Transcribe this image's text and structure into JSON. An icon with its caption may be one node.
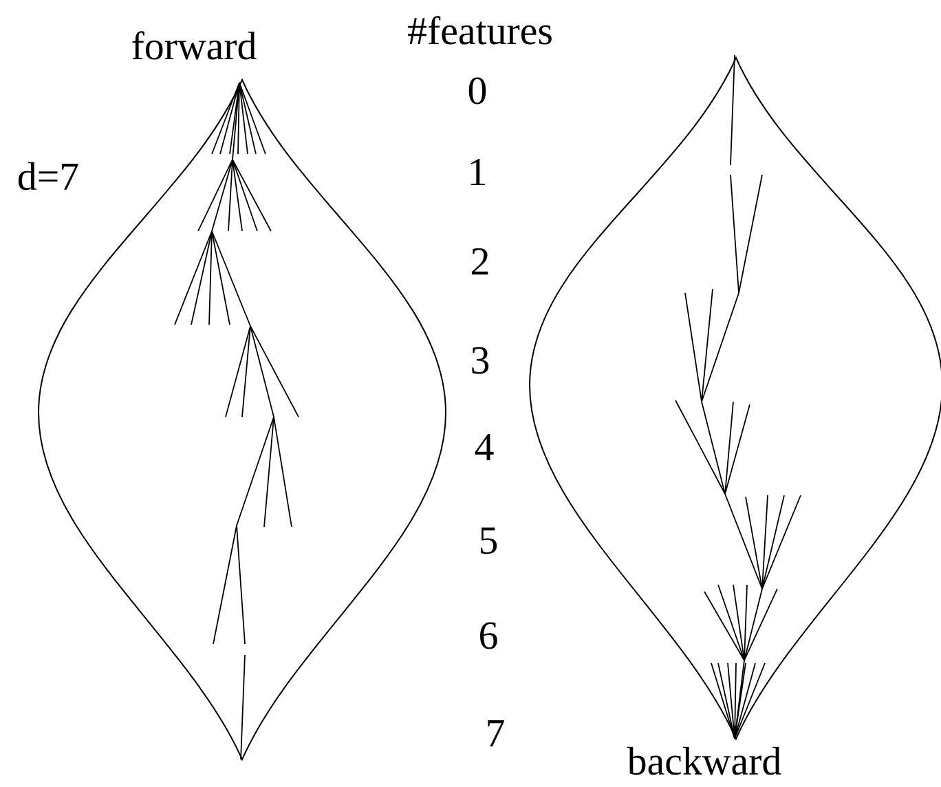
{
  "diagram": {
    "nodes": [
      {
        "text": [
          "forward"
        ]
      },
      {
        "text": [
          "backward"
        ]
      }
    ],
    "edges": [],
    "labels": [
      "#features",
      "d=7",
      "0",
      "1",
      "2",
      "3",
      "4",
      "5",
      "6",
      "7"
    ]
  }
}
